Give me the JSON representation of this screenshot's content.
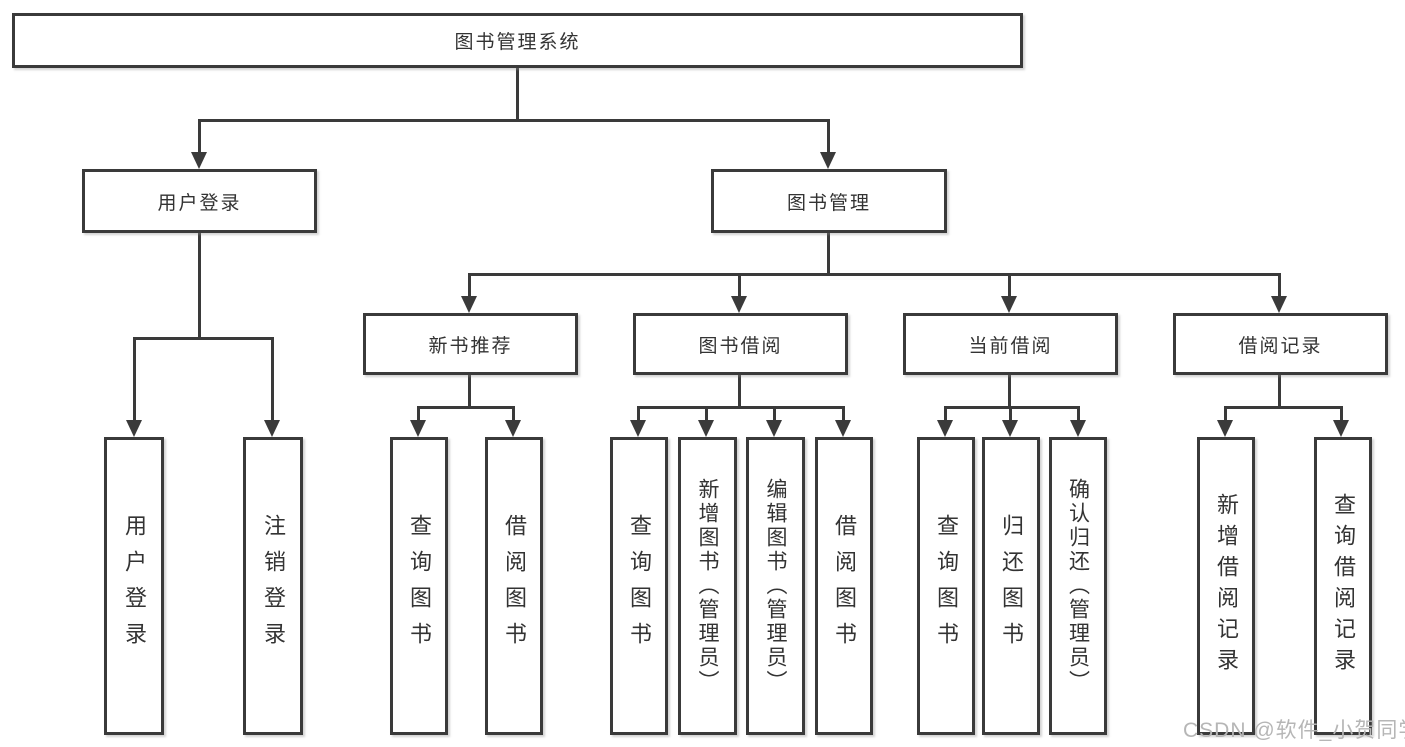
{
  "diagram": {
    "type": "hierarchy-tree",
    "root": {
      "label": "图书管理系统"
    },
    "level2": {
      "user_login": {
        "label": "用户登录"
      },
      "book_mgmt": {
        "label": "图书管理"
      }
    },
    "level3": {
      "new_book_rec": {
        "label": "新书推荐",
        "parent": "图书管理"
      },
      "book_borrow": {
        "label": "图书借阅",
        "parent": "图书管理"
      },
      "current_borrow": {
        "label": "当前借阅",
        "parent": "图书管理"
      },
      "borrow_records": {
        "label": "借阅记录",
        "parent": "图书管理"
      }
    },
    "leaves": [
      {
        "label": "用户登录",
        "parent": "用户登录"
      },
      {
        "label": "注销登录",
        "parent": "用户登录"
      },
      {
        "label": "查询图书",
        "parent": "新书推荐"
      },
      {
        "label": "借阅图书",
        "parent": "新书推荐"
      },
      {
        "label": "查询图书",
        "parent": "图书借阅"
      },
      {
        "label": "新增图书（管理员）",
        "parent": "图书借阅"
      },
      {
        "label": "编辑图书（管理员）",
        "parent": "图书借阅"
      },
      {
        "label": "借阅图书",
        "parent": "图书借阅"
      },
      {
        "label": "查询图书",
        "parent": "当前借阅"
      },
      {
        "label": "归还图书",
        "parent": "当前借阅"
      },
      {
        "label": "确认归还（管理员）",
        "parent": "当前借阅"
      },
      {
        "label": "新增借阅记录",
        "parent": "借阅记录"
      },
      {
        "label": "查询借阅记录",
        "parent": "借阅记录"
      }
    ],
    "colors": {
      "line": "#3a3a3a",
      "text": "#333333",
      "box_fill": "#ffffff",
      "background": "#ffffff",
      "watermark": "#b6b6b6"
    }
  },
  "watermark": {
    "text": "CSDN @软件_小贺同学"
  }
}
